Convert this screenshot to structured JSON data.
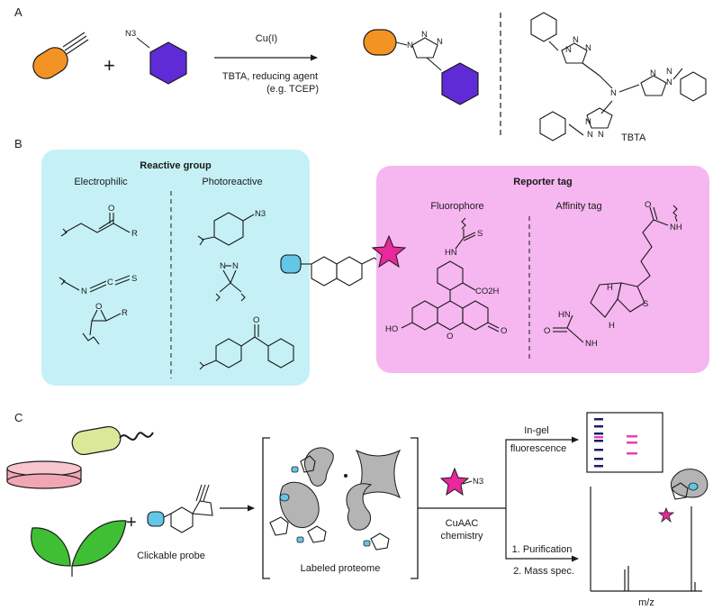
{
  "panels": {
    "a": {
      "label": "A",
      "azide_label": "N3",
      "plus": "+",
      "catalyst": "Cu(I)",
      "conditions": "TBTA, reducing agent",
      "conditions_example": "(e.g. TCEP)",
      "tbta_label": "TBTA"
    },
    "b": {
      "label": "B",
      "reactive_group_title": "Reactive group",
      "electrophilic": "Electrophilic",
      "photoreactive": "Photoreactive",
      "reporter_tag_title": "Reporter tag",
      "fluorophore": "Fluorophore",
      "affinity_tag": "Affinity tag"
    },
    "c": {
      "label": "C",
      "plus": "+",
      "clickable_probe": "Clickable probe",
      "labeled_proteome": "Labeled proteome",
      "cuaac_line1": "CuAAC",
      "cuaac_line2": "chemistry",
      "in_gel_line1": "In-gel",
      "in_gel_line2": "fluorescence",
      "purification": "1. Purification",
      "mass_spec": "2. Mass spec.",
      "mz_axis": "m/z",
      "azide_label": "N3"
    }
  },
  "atoms": {
    "O": "O",
    "R": "R",
    "N": "N",
    "C": "C",
    "S": "S",
    "N3": "N3",
    "NH": "NH",
    "HN": "HN",
    "H": "H",
    "CO2H": "CO2H",
    "HO": "HO"
  },
  "colors": {
    "alkyne_orange": "#f39324",
    "azide_purple": "#5f2bd6",
    "reactive_bg": "#c5f1f6",
    "reporter_bg": "#f6b6ef",
    "star_magenta": "#e8289c",
    "probe_blue": "#63c6e6",
    "protein_gray": "#b4b4b4",
    "gel_blue": "#1c1c64",
    "gel_magenta": "#e640b8",
    "bacterium": "#dbe89a",
    "dish": "#f1a7b3",
    "leaf": "#3fbf33"
  }
}
